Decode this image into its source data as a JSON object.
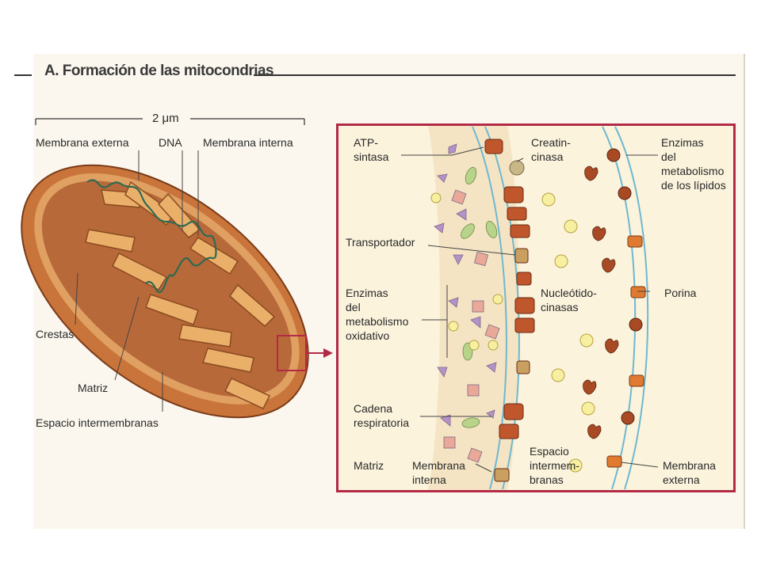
{
  "title": "A. Formación de las mitocondrias",
  "scale": "2 μm",
  "left_labels": {
    "membrana_externa": "Membrana externa",
    "dna": "DNA",
    "membrana_interna": "Membrana interna",
    "crestas": "Crestas",
    "matriz": "Matriz",
    "espacio": "Espacio intermembranas"
  },
  "inset_labels": {
    "atp_1": "ATP-",
    "atp_2": "sintasa",
    "creatin_1": "Creatin-",
    "creatin_2": "cinasa",
    "enz_lip_1": "Enzimas",
    "enz_lip_2": "del",
    "enz_lip_3": "metabolismo",
    "enz_lip_4": "de los lípidos",
    "transportador": "Transportador",
    "enz_ox_1": "Enzimas",
    "enz_ox_2": "del",
    "enz_ox_3": "metabolismo",
    "enz_ox_4": "oxidativo",
    "nucleo_1": "Nucleótido-",
    "nucleo_2": "cinasas",
    "porina": "Porina",
    "cadena_1": "Cadena",
    "cadena_2": "respiratoria",
    "matriz": "Matriz",
    "mem_int_1": "Membrana",
    "mem_int_2": "interna",
    "esp_1": "Espacio",
    "esp_2": "intermem-",
    "esp_3": "branas",
    "mem_ext_1": "Membrana",
    "mem_ext_2": "externa"
  },
  "colors": {
    "outer_membrane": "#c8743a",
    "matrix": "#b8693a",
    "crista": "#e6a860",
    "inset_frame": "#b22a46",
    "membrane_blue": "#6fb8d0",
    "protein": "#c0562c",
    "enzyme_purple": "#b690c8",
    "enzyme_pink": "#eaa898",
    "metabolite_yellow": "#f6f0a0",
    "enzyme_green": "#b8d48a"
  }
}
